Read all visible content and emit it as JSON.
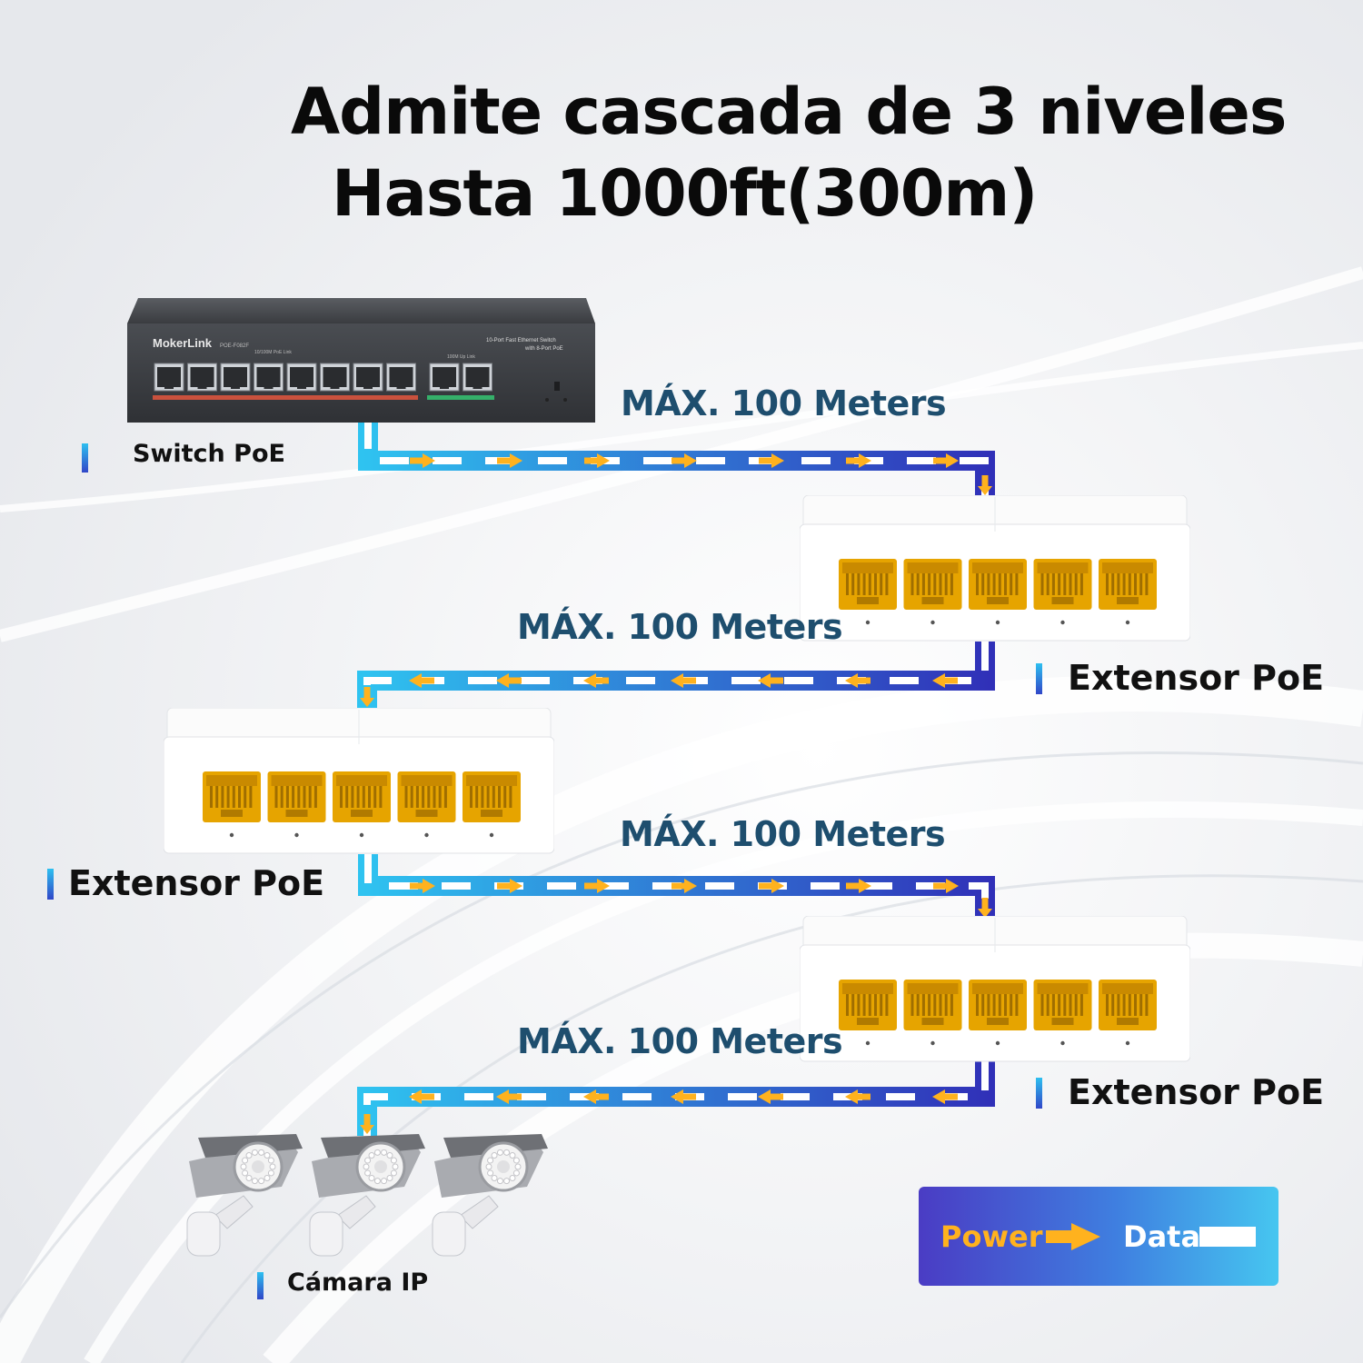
{
  "title_line1": "Admite cascada de 3 niveles",
  "title_line2": "Hasta 1000ft(300m)",
  "segments": [
    {
      "label": "MÁX. 100 Meters"
    },
    {
      "label": "MÁX. 100 Meters"
    },
    {
      "label": "MÁX. 100 Meters"
    },
    {
      "label": "MÁX. 100 Meters"
    }
  ],
  "devices": {
    "switch": {
      "label": "Switch PoE",
      "brand": "MokerLink",
      "model": "POE-F082F",
      "desc_line1": "10-Port Fast Ethernet Switch",
      "desc_line2": "with 8-Port PoE",
      "group1": "10/100M PoE Link",
      "group2": "100M Up Link"
    },
    "extender_1": {
      "label": "Extensor PoE"
    },
    "extender_2": {
      "label": "Extensor PoE"
    },
    "extender_3": {
      "label": "Extensor PoE"
    },
    "camera": {
      "label": "Cámara IP"
    }
  },
  "legend": {
    "power": "Power",
    "data": "Data"
  },
  "colors": {
    "wire_start": "#2fc3f0",
    "wire_end": "#3030b8",
    "power_arrow": "#ffb21e",
    "data_dash": "#ffffff",
    "port_gold": "#f0a800",
    "meters_text": "#1e4e6e"
  }
}
